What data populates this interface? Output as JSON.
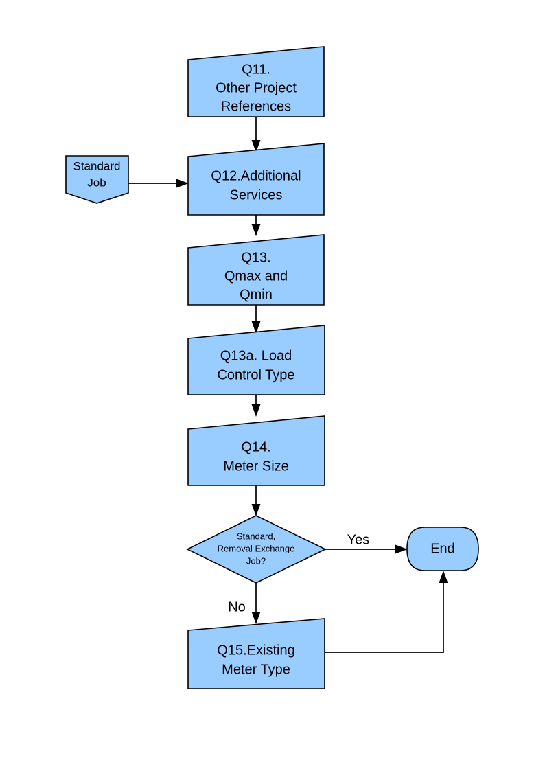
{
  "diagram": {
    "type": "flowchart",
    "title": "",
    "theme": {
      "node_fill": "#99CCFF",
      "node_stroke": "#000000",
      "background": "#FFFFFF",
      "text_color": "#000000"
    },
    "nodes": [
      {
        "id": "q11",
        "shape": "process-slanted-top",
        "lines": [
          "Q11.",
          "Other Project",
          "References"
        ],
        "line1": "Q11.",
        "line2": "Other Project",
        "line3": "References"
      },
      {
        "id": "standard-job",
        "shape": "pentagon-down",
        "lines": [
          "Standard",
          "Job"
        ],
        "line1": "Standard",
        "line2": "Job"
      },
      {
        "id": "q12",
        "shape": "process-slanted-top",
        "lines": [
          "Q12.Additional",
          "Services"
        ],
        "line1": "Q12.Additional",
        "line2": "Services"
      },
      {
        "id": "q13",
        "shape": "process-slanted-top",
        "lines": [
          "Q13.",
          "Qmax and",
          "Qmin"
        ],
        "line1": "Q13.",
        "line2": "Qmax and",
        "line3": "Qmin"
      },
      {
        "id": "q13a",
        "shape": "process-slanted-top",
        "lines": [
          "Q13a. Load",
          "Control Type"
        ],
        "line1": "Q13a. Load",
        "line2": "Control Type"
      },
      {
        "id": "q14",
        "shape": "process-slanted-top",
        "lines": [
          "Q14.",
          "Meter Size"
        ],
        "line1": "Q14.",
        "line2": "Meter Size"
      },
      {
        "id": "decision",
        "shape": "diamond",
        "lines": [
          "Standard,",
          "Removal Exchange",
          "Job?"
        ],
        "line1": "Standard,",
        "line2": "Removal Exchange",
        "line3": "Job?"
      },
      {
        "id": "end",
        "shape": "terminator-rounded",
        "lines": [
          "End"
        ],
        "line1": "End"
      },
      {
        "id": "q15",
        "shape": "process-slanted-top",
        "lines": [
          "Q15.Existing",
          "Meter Type"
        ],
        "line1": "Q15.Existing",
        "line2": "Meter Type"
      }
    ],
    "edges": [
      {
        "id": "e-q11-q12",
        "from": "q11",
        "to": "q12",
        "label": ""
      },
      {
        "id": "e-standardjob-q12",
        "from": "standard-job",
        "to": "q12",
        "label": ""
      },
      {
        "id": "e-q12-q13",
        "from": "q12",
        "to": "q13",
        "label": ""
      },
      {
        "id": "e-q13-q13a",
        "from": "q13",
        "to": "q13a",
        "label": ""
      },
      {
        "id": "e-q13a-q14",
        "from": "q13a",
        "to": "q14",
        "label": ""
      },
      {
        "id": "e-q14-decision",
        "from": "q14",
        "to": "decision",
        "label": ""
      },
      {
        "id": "e-decision-end",
        "from": "decision",
        "to": "end",
        "label": "Yes"
      },
      {
        "id": "e-decision-q15",
        "from": "decision",
        "to": "q15",
        "label": "No"
      },
      {
        "id": "e-q15-end",
        "from": "q15",
        "to": "end",
        "label": ""
      }
    ],
    "edge_labels": {
      "yes": "Yes",
      "no": "No"
    }
  }
}
